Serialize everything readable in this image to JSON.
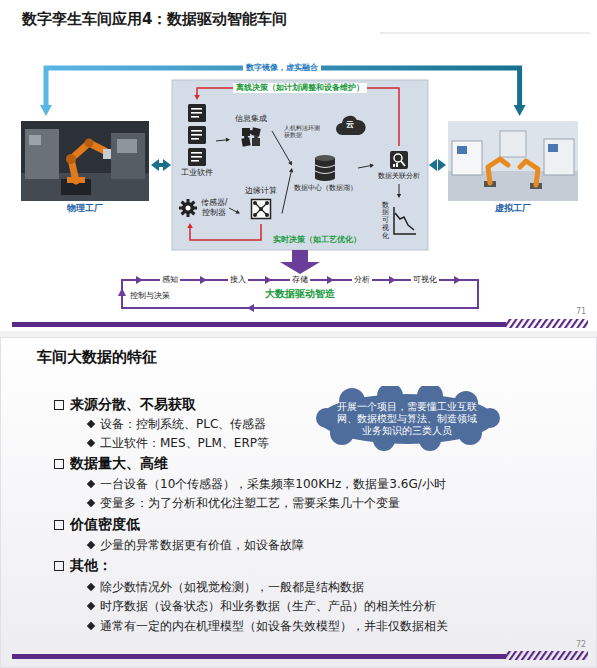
{
  "diagram": {
    "title": "数字孪生车间应用4：数据驱动智能车间",
    "nodes": [
      {
        "text": [
          "物理工厂"
        ]
      },
      {
        "text": [
          "工业软件"
        ]
      },
      {
        "text": [
          "信息集成"
        ]
      },
      {
        "text": [
          "云"
        ]
      },
      {
        "text": [
          "数据中心（数据湖）"
        ]
      },
      {
        "text": [
          "数据关联分析"
        ]
      },
      {
        "text": [
          "传感器/控制器"
        ]
      },
      {
        "text": [
          "边缘计算"
        ]
      },
      {
        "text": [
          "数据可视化"
        ]
      },
      {
        "text": [
          "虚拟工厂"
        ]
      },
      {
        "text": [
          "大数据驱动智造"
        ]
      },
      {
        "text": [
          "开展一个项目，需要懂工业互联网、数据模型与算法、制造领域业务知识的三类人员"
        ]
      }
    ],
    "edges": [
      {
        "from": 0,
        "to": 9,
        "arrow": "both",
        "label": "数字镜像，虚实融合"
      },
      {
        "from": 1,
        "to": 2,
        "arrow": "to"
      },
      {
        "from": 2,
        "to": 4,
        "arrow": "to"
      },
      {
        "from": 6,
        "to": 7,
        "arrow": "to"
      },
      {
        "from": 7,
        "to": 4,
        "arrow": "to"
      },
      {
        "from": 4,
        "to": 5,
        "arrow": "to"
      },
      {
        "from": 5,
        "to": 8,
        "arrow": "to"
      },
      {
        "from": 5,
        "to": 1,
        "arrow": "to",
        "label": "离线决策（如计划调整和设备维护）"
      },
      {
        "from": 7,
        "to": 6,
        "arrow": "to",
        "label": "实时决策（如工艺优化）"
      }
    ],
    "labels": [
      "人机料法环测 获数据",
      "感知",
      "接入",
      "存储",
      "分析",
      "可视化",
      "控制与决策",
      "71",
      "车间大数据的特征",
      "来源分散、不易获取",
      "设备：控制系统、PLC、传感器",
      "工业软件：MES、PLM、ERP等",
      "数据量大、高维",
      "一台设备（10个传感器），采集频率100KHz，数据量3.6G/小时",
      "变量多：为了分析和优化注塑工艺，需要采集几十个变量",
      "价值密度低",
      "少量的异常数据更有价值，如设备故障",
      "其他：",
      "除少数情况外（如视觉检测），一般都是结构数据",
      "时序数据（设备状态）和业务数据（生产、产品）的相关性分析",
      "通常有一定的内在机理模型（如设备失效模型），并非仅数据相关",
      "72"
    ]
  }
}
